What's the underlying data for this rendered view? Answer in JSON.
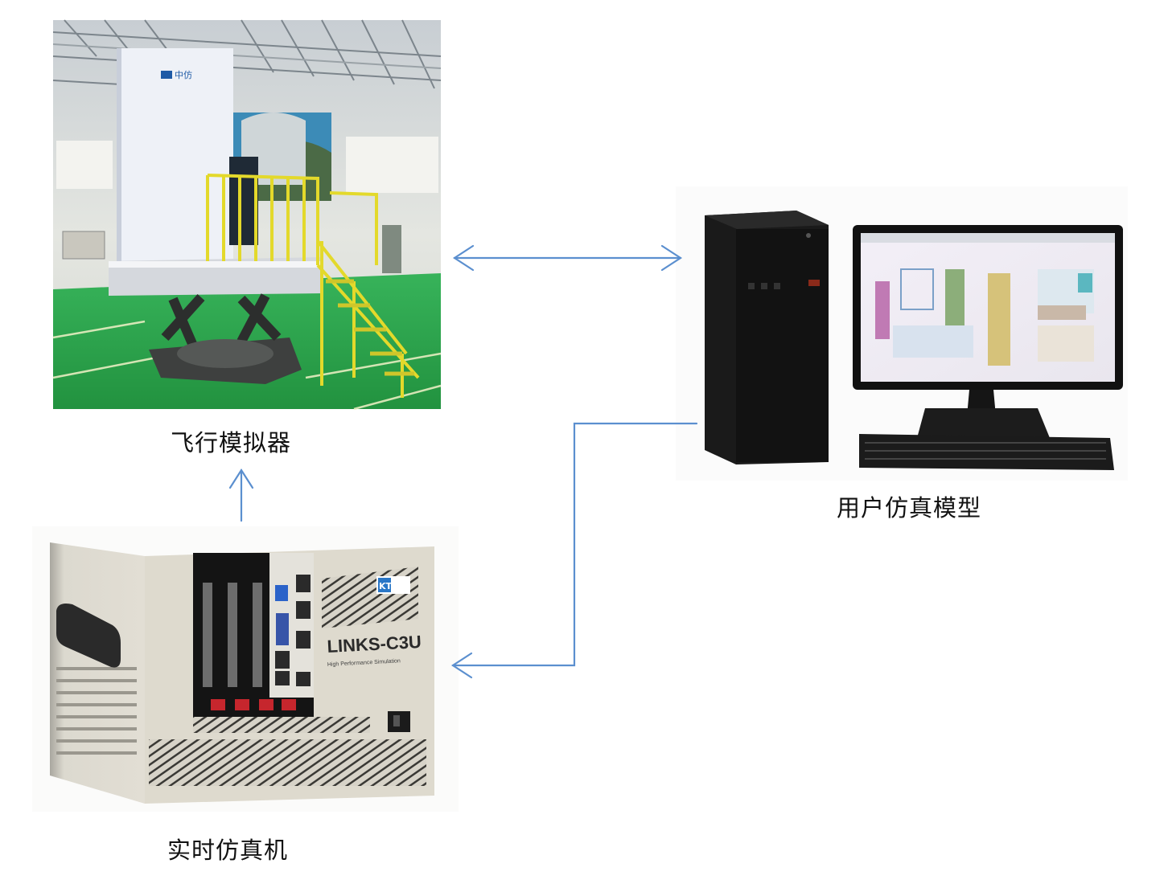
{
  "nodes": {
    "flight_simulator": {
      "caption": "飞行模拟器",
      "logo_text": "中仿"
    },
    "user_model": {
      "caption": "用户仿真模型"
    },
    "realtime_sim": {
      "caption": "实时仿真机",
      "brand": "LINKS-C3U",
      "subtitle": "High Performance Simulation",
      "badge": "KT"
    }
  },
  "edges": [
    {
      "from": "flight_simulator",
      "to": "user_model",
      "style": "bidirectional"
    },
    {
      "from": "realtime_sim",
      "to": "flight_simulator",
      "style": "arrow"
    },
    {
      "from": "user_model",
      "to": "realtime_sim",
      "style": "arrow"
    }
  ],
  "colors": {
    "arrow": "#5b8fcf",
    "floor": "#2fa84f",
    "cabin": "#e9edf5",
    "rail": "#e3d92b",
    "chassis": "#d9d6cc"
  }
}
